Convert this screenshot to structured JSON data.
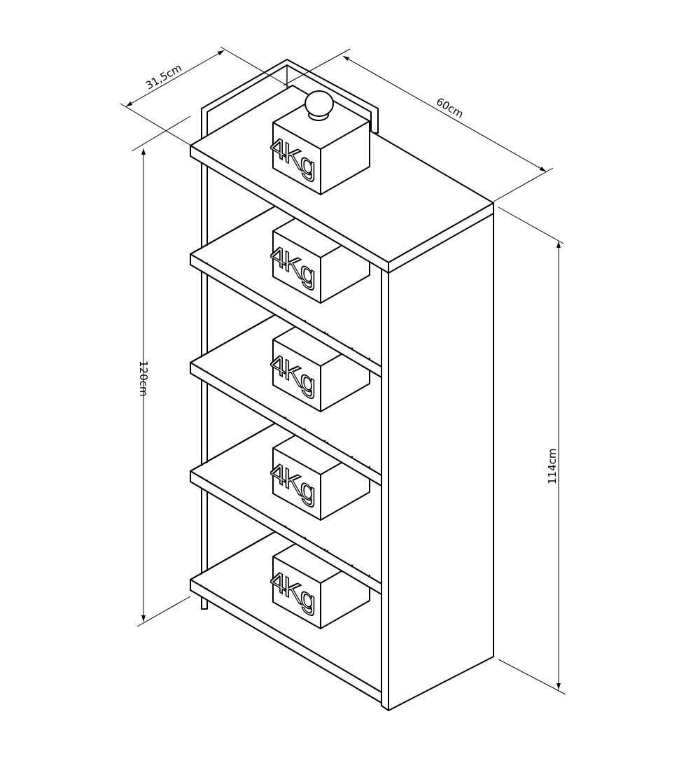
{
  "dimensions": {
    "depth": "31,5cm",
    "width": "60cm",
    "total_height": "120cm",
    "side_height": "114cm"
  },
  "shelves": [
    {
      "load": "4Kg"
    },
    {
      "load": "4Kg"
    },
    {
      "load": "4Kg"
    },
    {
      "load": "4Kg"
    },
    {
      "load": "4Kg"
    }
  ],
  "colors": {
    "line": "#000000",
    "background": "#ffffff"
  }
}
